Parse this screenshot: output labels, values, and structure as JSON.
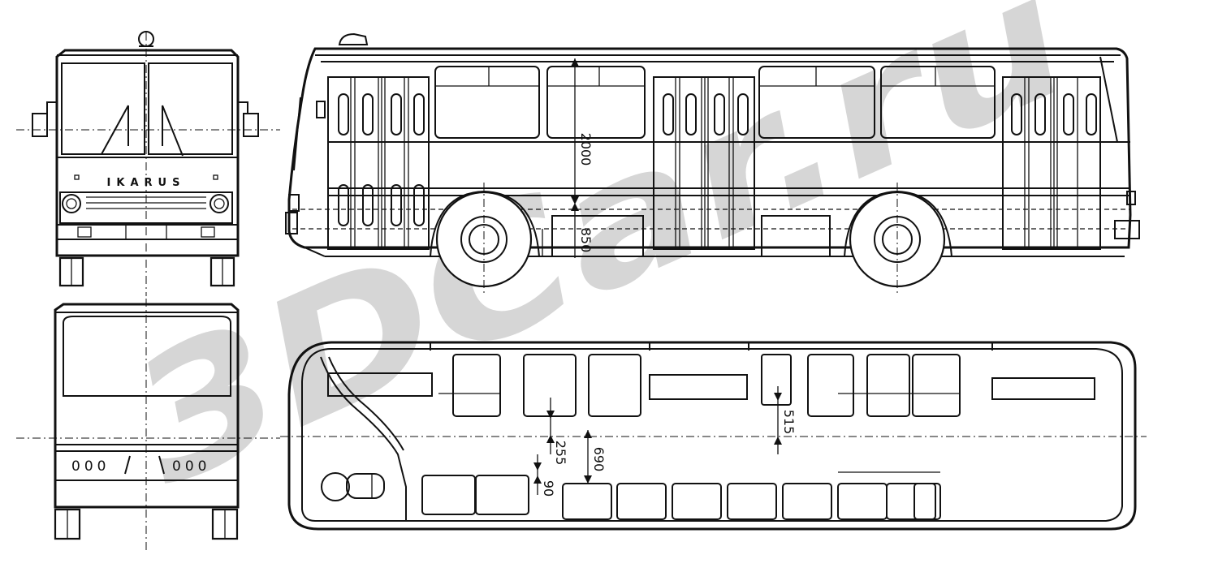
{
  "watermark": {
    "text": "3DCar.ru",
    "color": "#cfcfcf"
  },
  "front_view": {
    "badge": "IKARUS"
  },
  "rear_view": {
    "left_lights": "000",
    "right_lights": "000"
  },
  "dimensions": {
    "window_height": "2000",
    "floor_height": "850",
    "seat_offset": "255",
    "aisle_width": "690",
    "seat_gap": "90",
    "seat_depth": "515"
  }
}
